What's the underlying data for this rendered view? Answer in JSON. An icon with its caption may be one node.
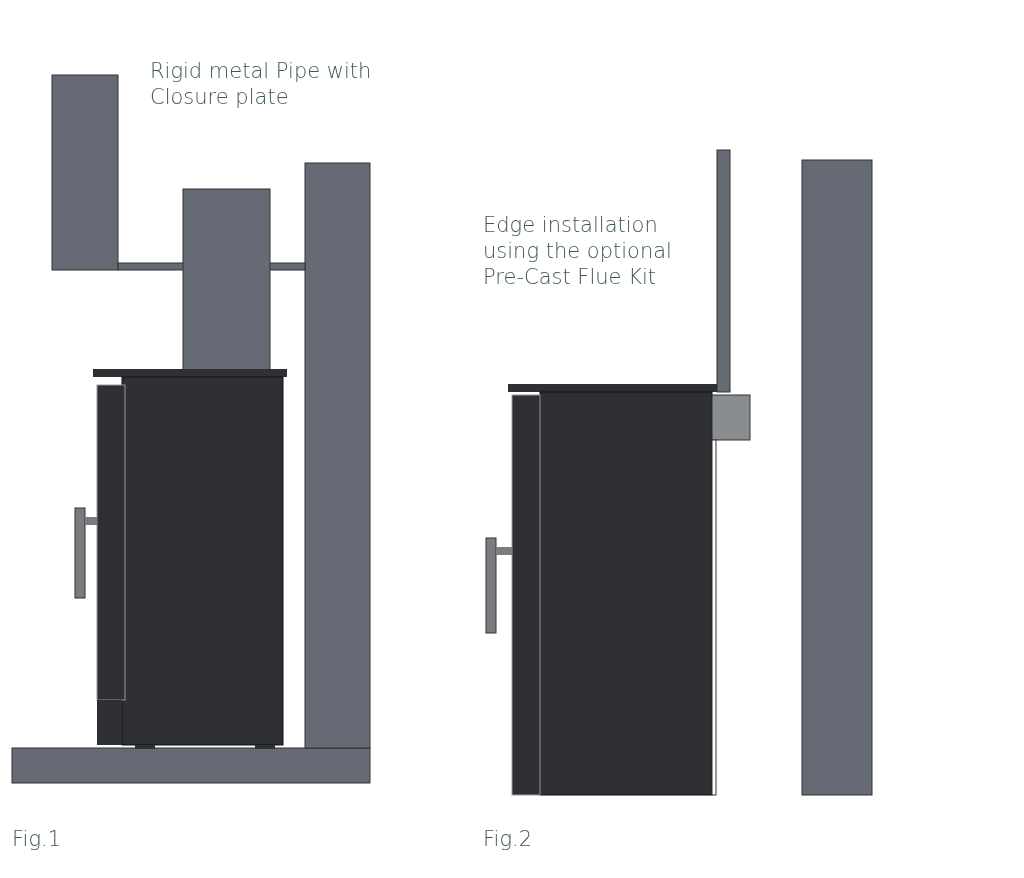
{
  "diagram": {
    "labels": [
      "Rigid metal Pipe with Closure plate",
      "Edge installation using the optional Pre-Cast Flue Kit",
      "Fig.1",
      "Fig.2"
    ]
  }
}
